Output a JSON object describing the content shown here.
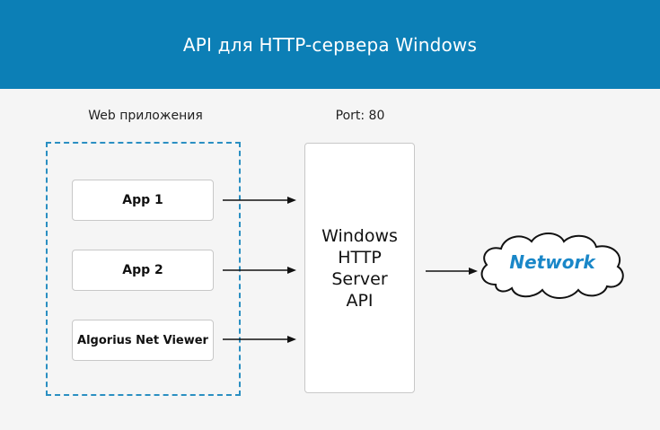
{
  "header": {
    "title": "API для HTTP-сервера Windows"
  },
  "apps_group": {
    "label": "Web приложения",
    "apps": [
      {
        "label": "App 1"
      },
      {
        "label": "App 2"
      },
      {
        "label": "Algorius Net Viewer"
      }
    ]
  },
  "server": {
    "port_label": "Port: 80",
    "label_lines": [
      "Windows",
      "HTTP",
      "Server",
      "API"
    ]
  },
  "network": {
    "label": "Network"
  },
  "colors": {
    "header_bg": "#0c7fb6",
    "dashed_border": "#2a8fc2",
    "network_text": "#1a87c8",
    "background": "#f5f5f5"
  }
}
